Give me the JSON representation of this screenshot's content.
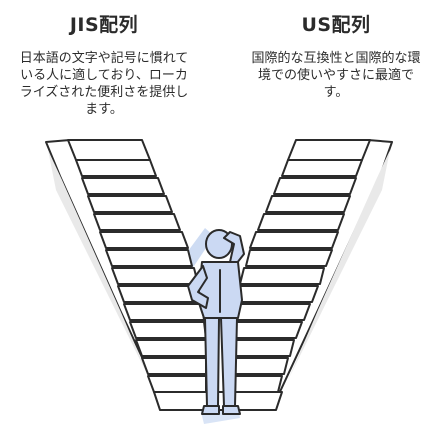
{
  "left": {
    "title": "JIS配列",
    "description": "日本語の文字や記号に慣れている人に適しており、ローカライズされた便利さを提供します。"
  },
  "right": {
    "title": "US配列",
    "description": "国際的な互換性と国際的な環境での使いやすさに最適です。"
  },
  "colors": {
    "ink": "#2b2b2b",
    "step_face": "#ffffff",
    "step_shadow": "#cfcfcf",
    "accent_blue": "#b9cdee",
    "person_fill": "#cbd9f3"
  },
  "icons": {
    "person": "confused-person-icon",
    "stairs": "branching-staircase-icon"
  }
}
